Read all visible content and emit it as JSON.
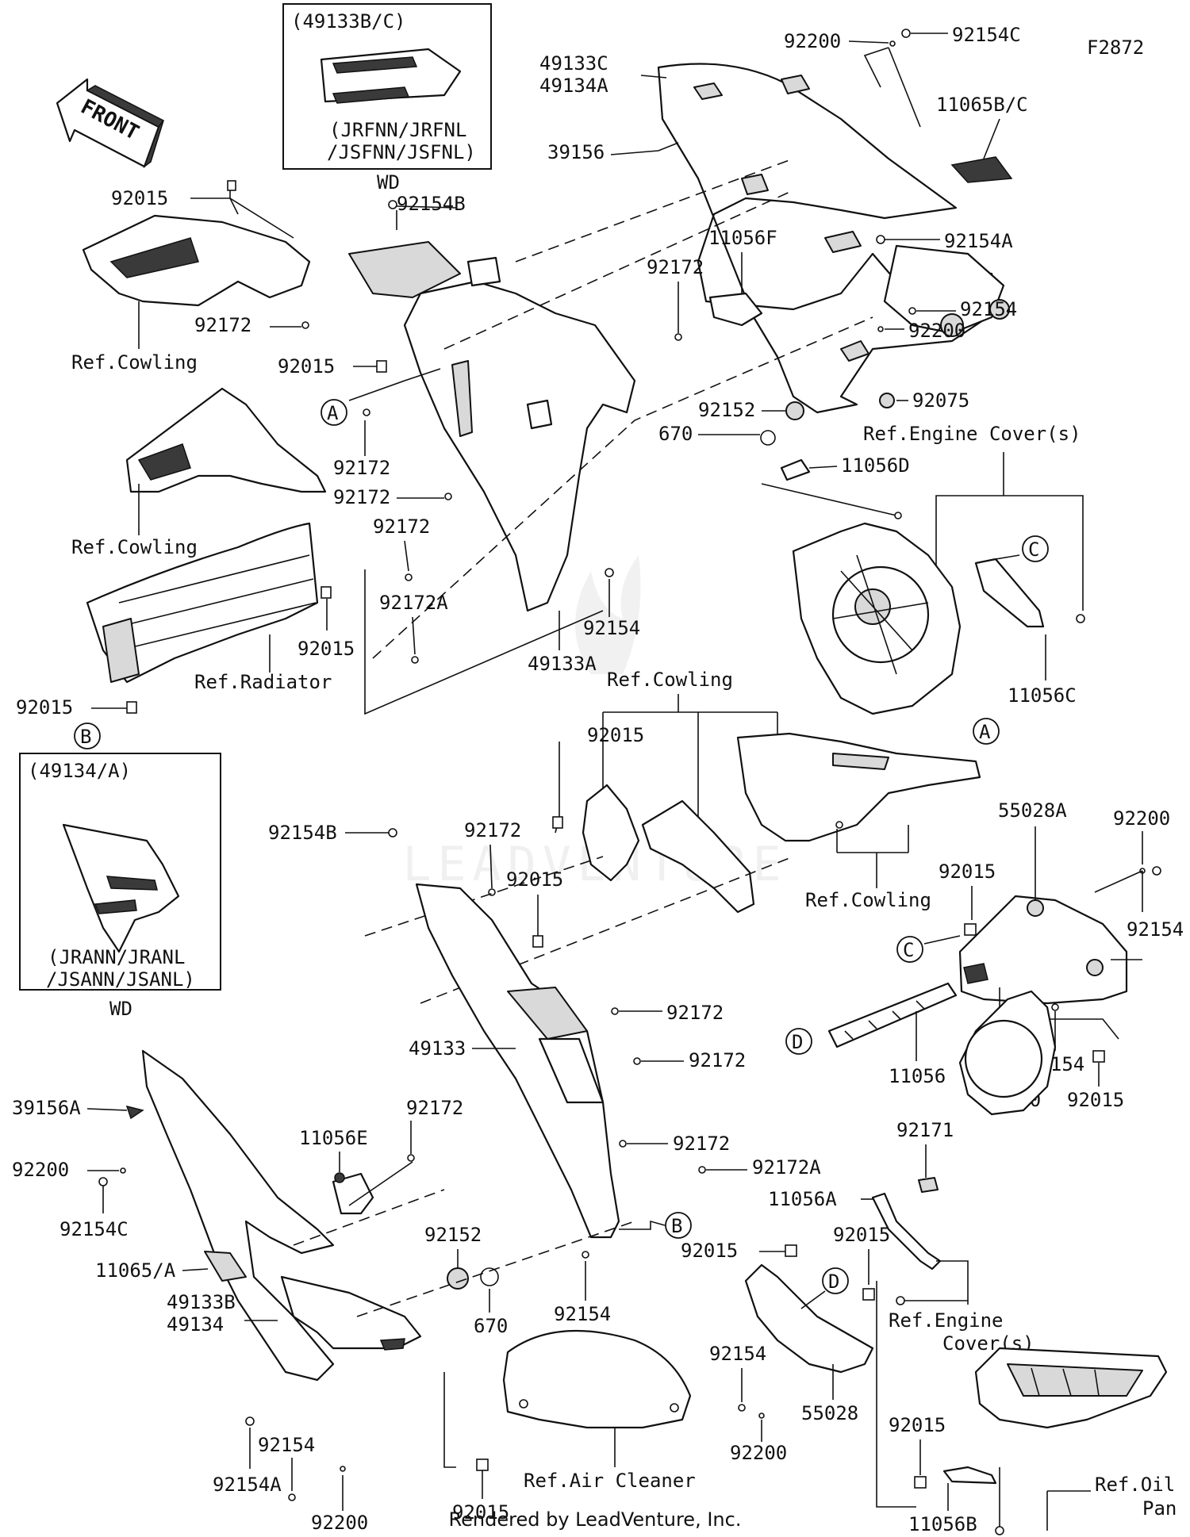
{
  "figure_code": "F2872",
  "front_badge": "FRONT",
  "footer": "Rendered by LeadVenture, Inc.",
  "watermark": "LEADVENTURE",
  "insets": {
    "top": {
      "model": "(49133B/C)",
      "codes_line1": "(JRFNN/JRFNL",
      "codes_line2": "/JSFNN/JSFNL)",
      "tag": "WD"
    },
    "left": {
      "model": "(49134/A)",
      "codes_line1": "(JRANN/JRANL",
      "codes_line2": "/JSANN/JSANL)",
      "tag": "WD"
    }
  },
  "callouts": {
    "a": "A",
    "b": "B",
    "c": "C",
    "d": "D"
  },
  "labels": {
    "p92200_top": "92200",
    "p92154C_top": "92154C",
    "p49133C": "49133C",
    "p49134A": "49134A",
    "p11065BC": "11065B/C",
    "p39156": "39156",
    "p92015_a": "92015",
    "p92154B_a": "92154B",
    "p11056F": "11056F",
    "p92172_a": "92172",
    "p92154A_a": "92154A",
    "p92154_a": "92154",
    "p92200_a": "92200",
    "p92172_b": "92172",
    "ref_cowling_1": "Ref.Cowling",
    "p92015_b": "92015",
    "p92075": "92075",
    "p92152_a": "92152",
    "p670_a": "670",
    "ref_engine_cover_1": "Ref.Engine Cover(s)",
    "p92172_c": "92172",
    "p11056D": "11056D",
    "p92172_d": "92172",
    "ref_cowling_2": "Ref.Cowling",
    "p92172_e": "92172",
    "p92172A_a": "92172A",
    "p92015_c": "92015",
    "p92154_b": "92154",
    "ref_radiator": "Ref.Radiator",
    "p92015_d": "92015",
    "p49133A": "49133A",
    "p11056C": "11056C",
    "ref_cowling_3": "Ref.Cowling",
    "p92015_e": "92015",
    "p92172_f": "92172",
    "p92154B_b": "92154B",
    "p92015_f": "92015",
    "p92200_b": "92200",
    "p55028A": "55028A",
    "ref_cowling_4": "Ref.Cowling",
    "p92015_g": "92015",
    "p92154_c": "92154",
    "p92172_g": "92172",
    "p49133": "49133",
    "p92172_h": "92172",
    "p11056": "11056",
    "p92200_c": "92200",
    "p92154_d": "92154",
    "p92015_h": "92015",
    "p39156A": "39156A",
    "p92172_i": "92172",
    "p11056E": "11056E",
    "p92171": "92171",
    "p92172_j": "92172",
    "p92200_d": "92200",
    "p92172A_b": "92172A",
    "p11056A": "11056A",
    "p92154C_b": "92154C",
    "p92152_b": "92152",
    "p92015_i": "92015",
    "p92015_j": "92015",
    "p11065A": "11065/A",
    "p49133B": "49133B",
    "p49134": "49134",
    "p670_b": "670",
    "p92154_e": "92154",
    "ref_engine_cover_2a": "Ref.Engine",
    "ref_engine_cover_2b": "Cover(s)",
    "p92154_f": "92154",
    "p55028": "55028",
    "p92154_g": "92154",
    "p92154A_b": "92154A",
    "p92200_e": "92200",
    "p92015_k": "92015",
    "ref_oil_a": "Ref.Oil",
    "ref_oil_b": "Pan",
    "p92200_f": "92200",
    "p92015_l": "92015",
    "ref_air_cleaner": "Ref.Air Cleaner",
    "p11056B": "11056B"
  }
}
